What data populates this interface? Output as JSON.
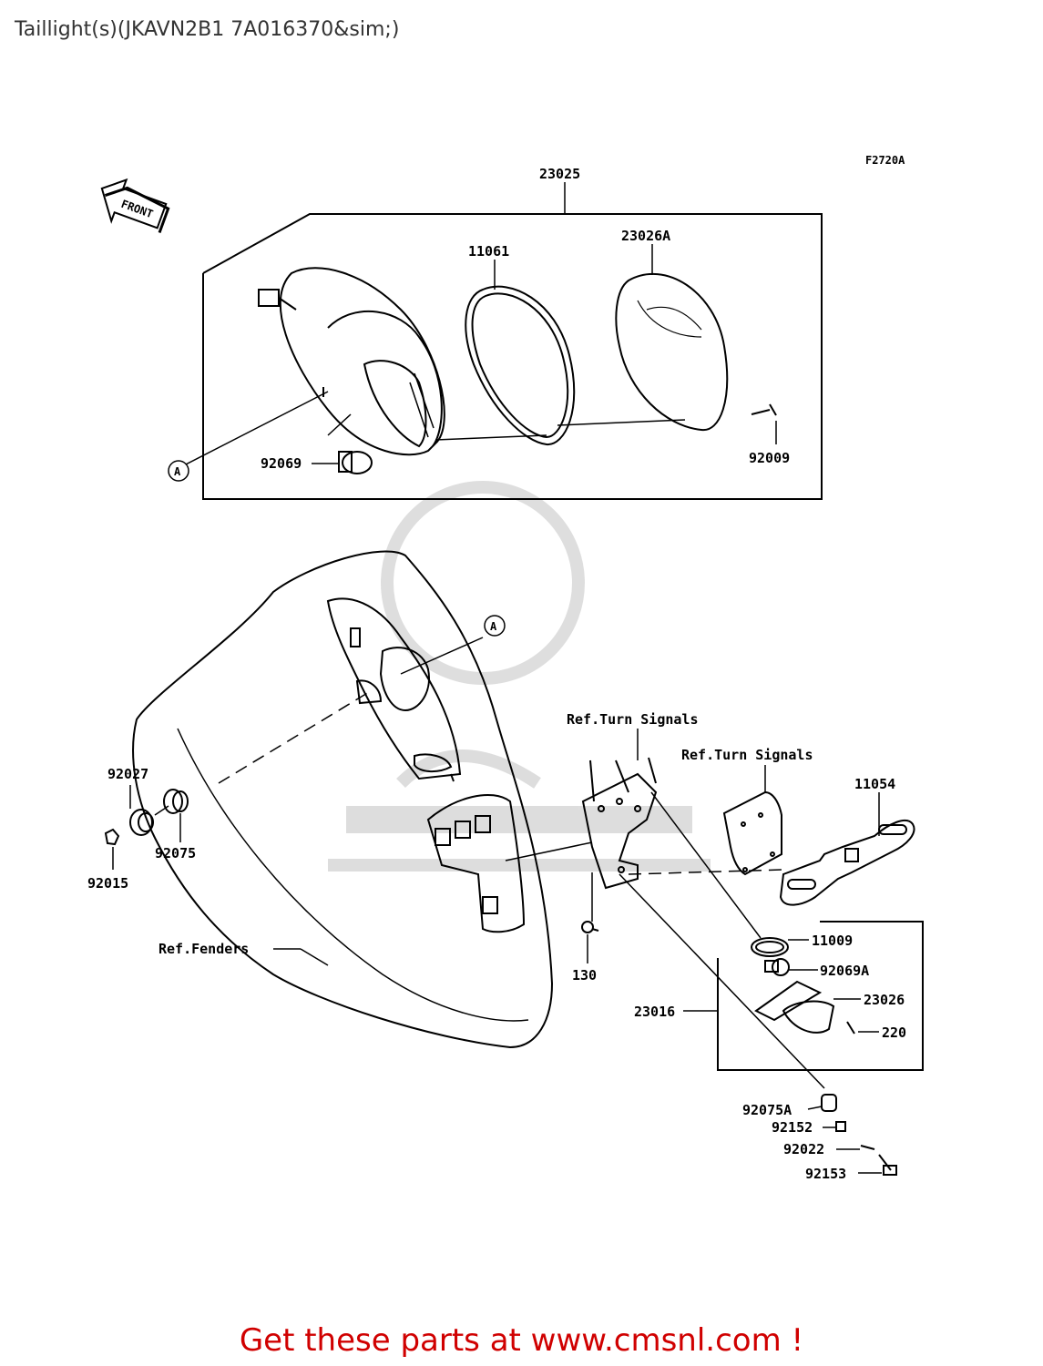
{
  "header": {
    "title": "Taillight(s)(JKAVN2B1 7A016370&sim;)"
  },
  "figure_code": "F2720A",
  "front_marker": "FRONT",
  "callouts": {
    "c23025": "23025",
    "c11061": "11061",
    "c23026A": "23026A",
    "c92069": "92069",
    "c92009": "92009",
    "cA_top": "A",
    "cA_mid": "A",
    "ref_turn_1": "Ref.Turn Signals",
    "ref_turn_2": "Ref.Turn Signals",
    "c11054": "11054",
    "c92027": "92027",
    "c92075": "92075",
    "c92015": "92015",
    "ref_fenders": "Ref.Fenders",
    "c130": "130",
    "c11009": "11009",
    "c92069A": "92069A",
    "c23016": "23016",
    "c23026": "23026",
    "c220": "220",
    "c92075A": "92075A",
    "c92152": "92152",
    "c92022": "92022",
    "c92153": "92153"
  },
  "footer": {
    "text": "Get these parts at www.cmsnl.com !"
  }
}
